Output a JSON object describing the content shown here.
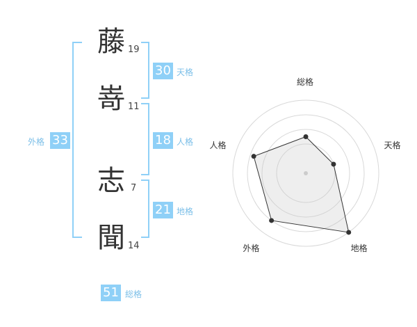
{
  "name": {
    "chars": [
      {
        "char": "藤",
        "strokes": "19"
      },
      {
        "char": "嵜",
        "strokes": "11"
      },
      {
        "char": "志",
        "strokes": "7"
      },
      {
        "char": "聞",
        "strokes": "14"
      }
    ]
  },
  "fortunes": {
    "tenkaku": {
      "value": "30",
      "label": "天格"
    },
    "jinkaku": {
      "value": "18",
      "label": "人格"
    },
    "chikaku": {
      "value": "21",
      "label": "地格"
    },
    "gaikaku": {
      "value": "33",
      "label": "外格"
    },
    "soukaku": {
      "value": "51",
      "label": "総格"
    }
  },
  "colors": {
    "accent": "#8fd0f7",
    "label": "#7cbfe8"
  },
  "chart_data": {
    "type": "radar",
    "axes": [
      "総格",
      "天格",
      "地格",
      "外格",
      "人格"
    ],
    "values": [
      0.5,
      0.4,
      1.0,
      0.8,
      0.75
    ],
    "rmax": 1.0
  }
}
